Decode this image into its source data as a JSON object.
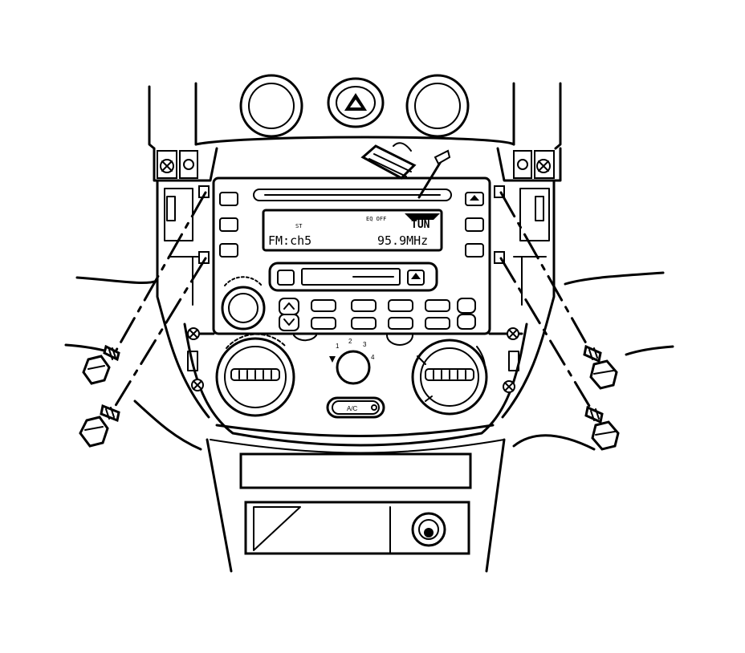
{
  "radio": {
    "lcd": {
      "stereo": "ST",
      "eq": "EQ OFF",
      "tune": "TUN",
      "band_channel": "FM:ch5",
      "frequency": "95.9MHz"
    },
    "ac_button": "A/C"
  },
  "hvac": {
    "fan_speeds": [
      "1",
      "2",
      "3",
      "4"
    ]
  },
  "icons": {
    "hazard": "hazard-triangle-icon",
    "eject": "eject-icon"
  },
  "colors": {
    "ink": "#000000",
    "paper": "#ffffff"
  }
}
